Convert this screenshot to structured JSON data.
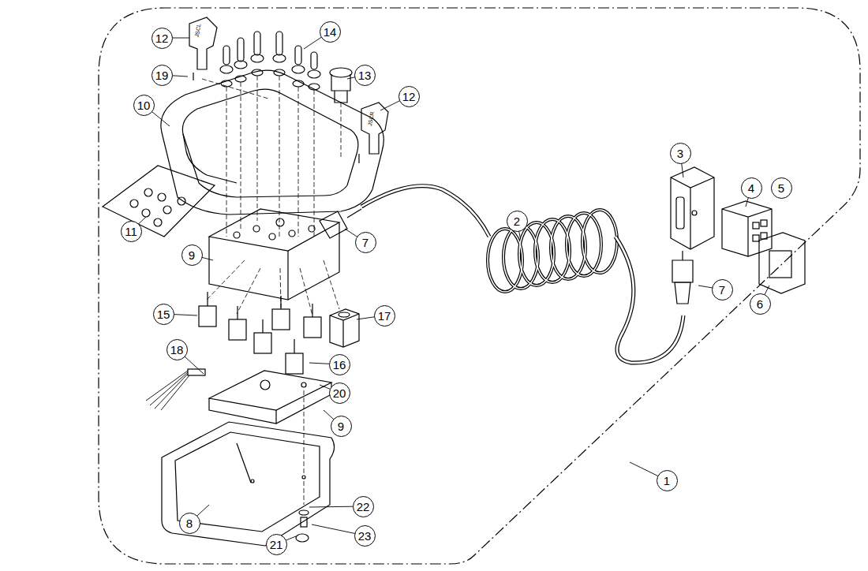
{
  "diagram": {
    "labels": [
      "12",
      "14",
      "13",
      "19",
      "12",
      "10",
      "3",
      "4",
      "5",
      "2",
      "11",
      "7",
      "9",
      "7",
      "6",
      "15",
      "17",
      "18",
      "16",
      "20",
      "9",
      "1",
      "22",
      "8",
      "23",
      "21",
      "JSCL",
      "JSCR"
    ]
  }
}
